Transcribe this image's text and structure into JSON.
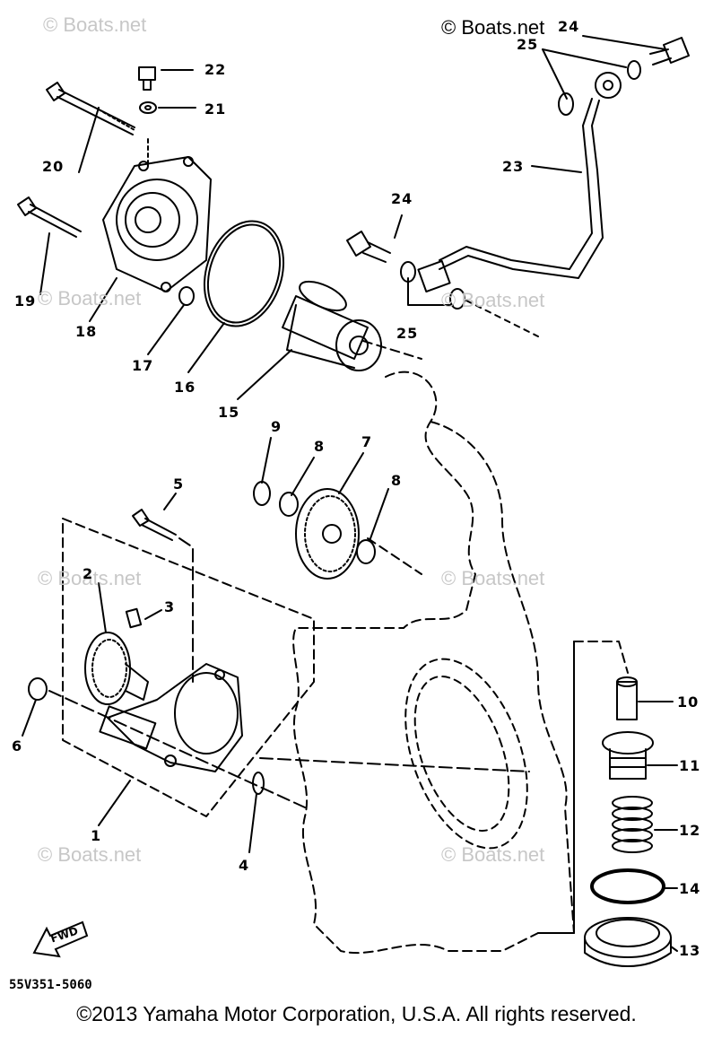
{
  "watermarks": {
    "main": "© Boats.net",
    "faint": "© Boats.net"
  },
  "callouts": [
    "1",
    "2",
    "3",
    "4",
    "5",
    "6",
    "7",
    "8",
    "8",
    "9",
    "10",
    "11",
    "12",
    "13",
    "14",
    "15",
    "16",
    "17",
    "18",
    "19",
    "20",
    "21",
    "22",
    "23",
    "24",
    "24",
    "25",
    "25"
  ],
  "fwd_label": "FWD",
  "diagram_code": "55V351-5060",
  "copyright": "©2013 Yamaha Motor Corporation, U.S.A. All rights reserved."
}
